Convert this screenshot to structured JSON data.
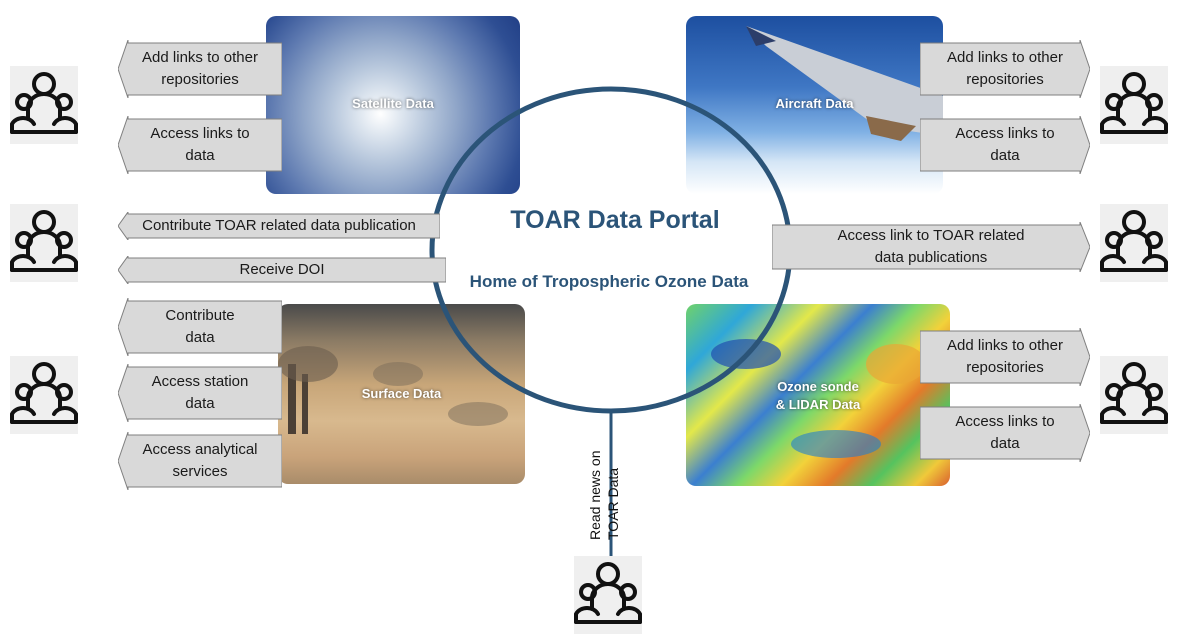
{
  "portal": {
    "title": "TOAR Data Portal",
    "subtitle": "Home of Tropospheric Ozone Data"
  },
  "panels": {
    "satellite": "Satellite Data",
    "aircraft": "Aircraft Data",
    "surface": "Surface Data",
    "ozone_line1": "Ozone sonde",
    "ozone_line2": "& LIDAR Data"
  },
  "left_arrows": {
    "satellite_add": "Add links to other\nrepositories",
    "satellite_access": "Access links to\ndata",
    "publication_contribute": "Contribute TOAR related data publication",
    "publication_doi": "Receive DOI",
    "surface_contribute": "Contribute\ndata",
    "surface_station": "Access station\ndata",
    "surface_analytical": "Access analytical\nservices"
  },
  "right_arrows": {
    "aircraft_add": "Add links to other\nrepositories",
    "aircraft_access": "Access links to\ndata",
    "publication_access": "Access link to TOAR related\ndata publications",
    "ozone_add": "Add links to other\nrepositories",
    "ozone_access": "Access links to\ndata"
  },
  "news_label": "Read news on\nTOAR Data",
  "icons": {
    "user_group": "users-icon"
  },
  "colors": {
    "circle": "#2b5478",
    "arrow_fill": "#d9d9d9",
    "arrow_stroke": "#7f7f7f",
    "title": "#2b5478"
  }
}
